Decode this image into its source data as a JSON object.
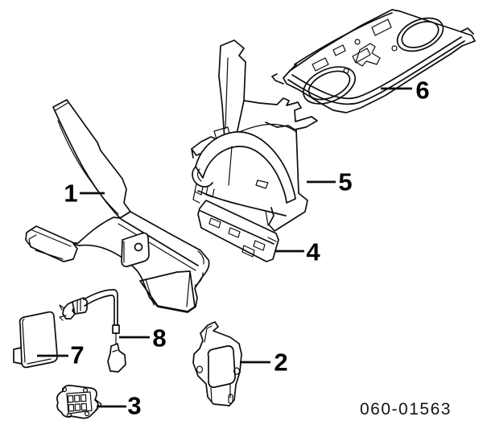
{
  "diagram": {
    "code": "060-01563",
    "callouts": [
      {
        "label": "1"
      },
      {
        "label": "2"
      },
      {
        "label": "3"
      },
      {
        "label": "4"
      },
      {
        "label": "5"
      },
      {
        "label": "6"
      },
      {
        "label": "7"
      },
      {
        "label": "8"
      }
    ]
  }
}
